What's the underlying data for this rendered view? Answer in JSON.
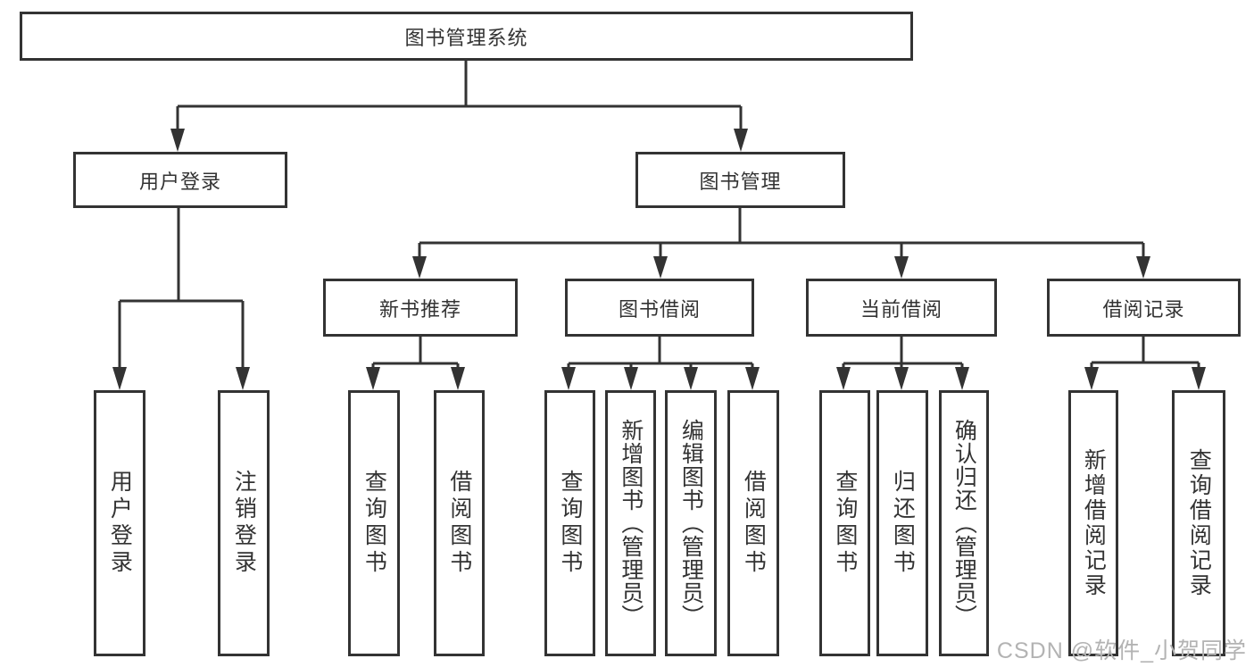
{
  "diagram": {
    "root": {
      "label": "图书管理系统"
    },
    "level2": [
      {
        "label": "用户登录"
      },
      {
        "label": "图书管理"
      }
    ],
    "level3": [
      {
        "label": "新书推荐"
      },
      {
        "label": "图书借阅"
      },
      {
        "label": "当前借阅"
      },
      {
        "label": "借阅记录"
      }
    ],
    "leaves": {
      "user_login": [
        {
          "label": "用户登录"
        },
        {
          "label": "注销登录"
        }
      ],
      "new_books": [
        {
          "label": "查询图书"
        },
        {
          "label": "借阅图书"
        }
      ],
      "book_borrow": [
        {
          "label": "查询图书"
        },
        {
          "label": "新增图书（管理员）"
        },
        {
          "label": "编辑图书（管理员）"
        },
        {
          "label": "借阅图书"
        }
      ],
      "current_borrow": [
        {
          "label": "查询图书"
        },
        {
          "label": "归还图书"
        },
        {
          "label": "确认归还（管理员）"
        }
      ],
      "borrow_records": [
        {
          "label": "新增借阅记录"
        },
        {
          "label": "查询借阅记录"
        }
      ]
    }
  },
  "watermark": "CSDN @软件_小贺同学",
  "colors": {
    "line": "#333333",
    "text": "#333333",
    "watermark": "#b3b3b3",
    "background": "#ffffff"
  }
}
